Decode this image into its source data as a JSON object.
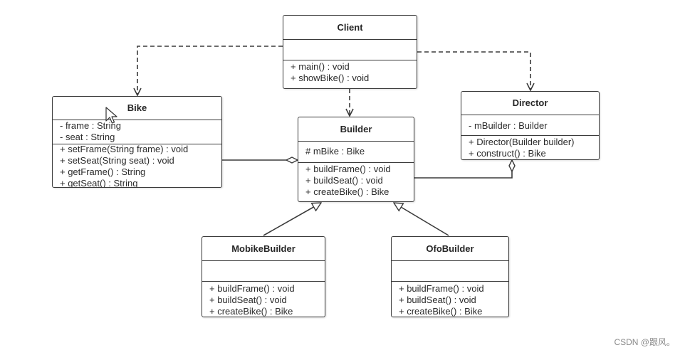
{
  "classes": {
    "client": {
      "name": "Client",
      "attributes": [],
      "methods": [
        "+ main() : void",
        "+ showBike() : void"
      ]
    },
    "bike": {
      "name": "Bike",
      "attributes": [
        "- frame : String",
        "- seat : String"
      ],
      "methods": [
        "+ setFrame(String frame) : void",
        "+ setSeat(String seat) : void",
        "+ getFrame() : String",
        "+ getSeat() : String"
      ]
    },
    "builder": {
      "name": "Builder",
      "attributes": [
        "# mBike : Bike"
      ],
      "methods": [
        "+ buildFrame() : void",
        "+ buildSeat() : void",
        "+ createBike() : Bike"
      ]
    },
    "director": {
      "name": "Director",
      "attributes": [
        "- mBuilder : Builder"
      ],
      "methods": [
        "+ Director(Builder builder)",
        "+ construct() : Bike"
      ]
    },
    "mobike": {
      "name": "MobikeBuilder",
      "attributes": [],
      "methods": [
        "+ buildFrame() : void",
        "+ buildSeat() : void",
        "+ createBike() : Bike"
      ]
    },
    "ofo": {
      "name": "OfoBuilder",
      "attributes": [],
      "methods": [
        "+ buildFrame() : void",
        "+ buildSeat() : void",
        "+ createBike() : Bike"
      ]
    }
  },
  "relationships": [
    {
      "from": "client",
      "to": "bike",
      "kind": "dependency"
    },
    {
      "from": "client",
      "to": "builder",
      "kind": "dependency"
    },
    {
      "from": "client",
      "to": "director",
      "kind": "dependency"
    },
    {
      "from": "builder",
      "to": "bike",
      "kind": "aggregation"
    },
    {
      "from": "director",
      "to": "builder",
      "kind": "aggregation"
    },
    {
      "from": "mobike",
      "to": "builder",
      "kind": "generalization"
    },
    {
      "from": "ofo",
      "to": "builder",
      "kind": "generalization"
    }
  ],
  "watermark": "CSDN @跟风。",
  "colors": {
    "line": "#3a3a3a",
    "border": "#3a3a3a",
    "text": "#2b2b2b",
    "background": "#ffffff"
  }
}
